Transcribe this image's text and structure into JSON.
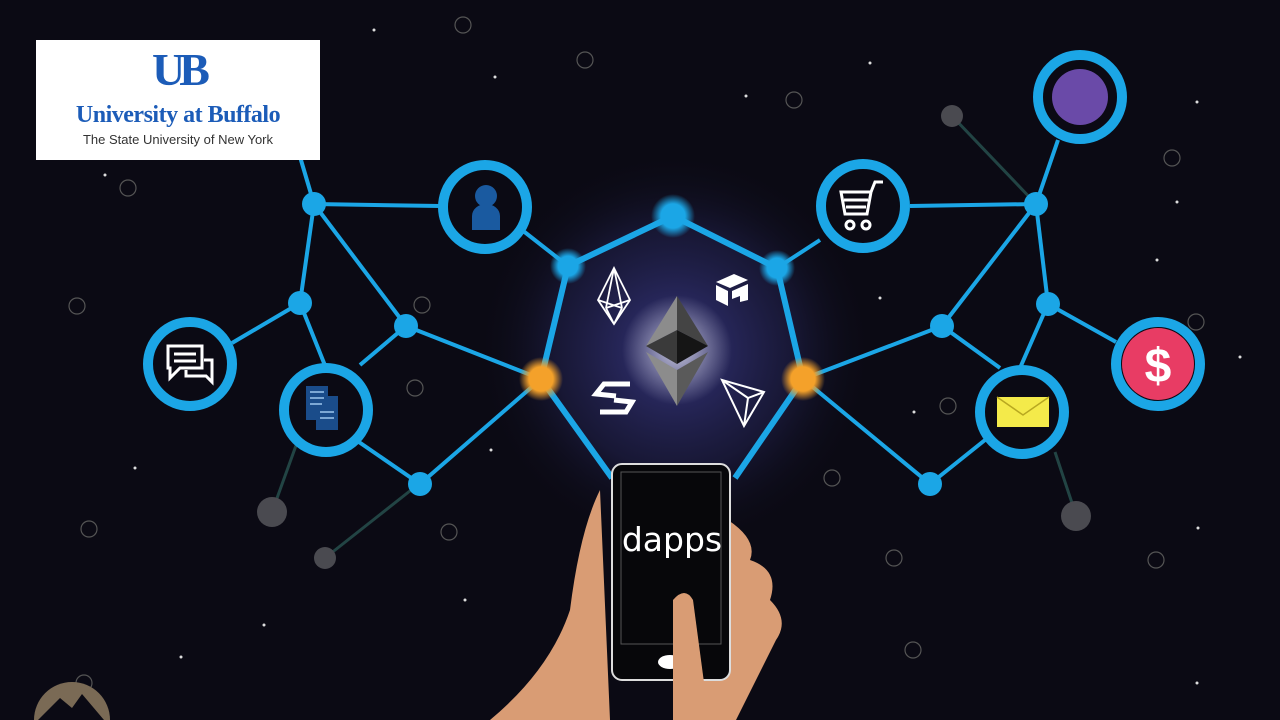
{
  "logo": {
    "monogram": "UB",
    "name": "University at Buffalo",
    "subtitle": "The State University of New York",
    "brand_color": "#1c5cb8"
  },
  "illustration": {
    "phone_screen_text": "dapps",
    "center_icon": "ethereum-icon",
    "crypto_icons": [
      "eos-icon",
      "neo-icon",
      "iost-icon",
      "tron-icon"
    ],
    "network_node_icons": [
      "user-icon",
      "chat-icon",
      "document-icon",
      "shopping-cart-icon",
      "purple-dot-icon",
      "mail-icon",
      "dollar-icon"
    ],
    "colors": {
      "background": "#0b0a14",
      "network_line": "#1ba6e6",
      "highlight_node": "#f4a12a",
      "dollar_badge": "#e83c64",
      "purple_node": "#6a4aa8",
      "mail": "#f4ea4a"
    }
  }
}
